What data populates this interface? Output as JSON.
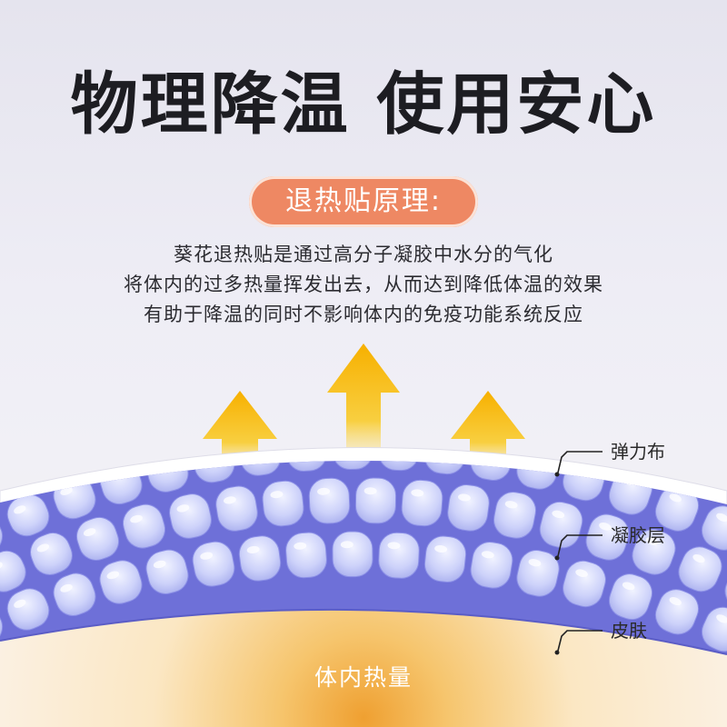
{
  "headline": "物理降温 使用安心",
  "principle": {
    "label": "退热贴原理:",
    "lines": [
      "葵花退热贴是通过高分子凝胶中水分的气化",
      "将体内的过多热量挥发出去，从而达到降低体温的效果",
      "有助于降温的同时不影响体内的免疫功能系统反应"
    ]
  },
  "diagram": {
    "callouts": {
      "elastic_cloth": "弹力布",
      "gel_layer": "凝胶层",
      "skin": "皮肤"
    },
    "heat_label": "体内热量"
  },
  "colors": {
    "badge": "#ee8863",
    "gel": "#6e70d8",
    "arrow": "#f3b400",
    "heat": "#f0a830"
  }
}
